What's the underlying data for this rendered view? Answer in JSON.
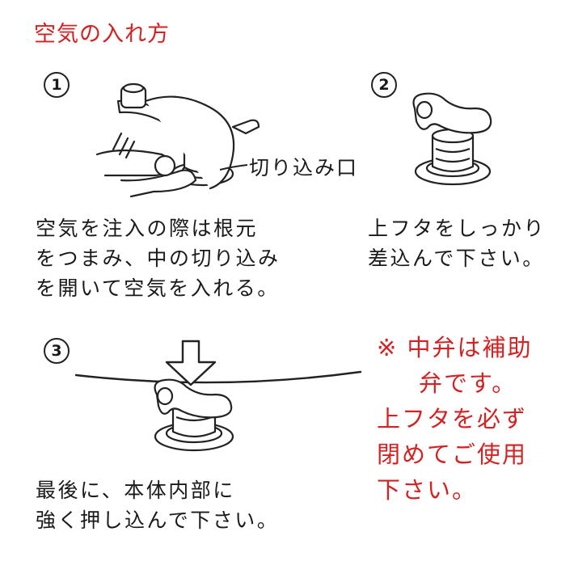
{
  "title": "空気の入れ方",
  "steps": [
    {
      "number": "1",
      "callout": "切り込み口",
      "lines": [
        "空気を注入の際は根元",
        "をつまみ、中の切り込み",
        "を開いて空気を入れる。"
      ]
    },
    {
      "number": "2",
      "lines": [
        "上フタをしっかり",
        "差込んで下さい。"
      ]
    },
    {
      "number": "3",
      "lines": [
        "最後に、本体内部に",
        "強く押し込んで下さい。"
      ]
    }
  ],
  "note": {
    "lines": [
      "※ 中弁は補助",
      "弁です。",
      "上フタを必ず",
      "閉めてご使用",
      "下さい。"
    ],
    "color": "#d42222"
  },
  "colors": {
    "title": "#d42222",
    "text": "#1a1a1a",
    "line": "#222222"
  },
  "icons": [
    "hand-pinching-valve-illustration",
    "capped-valve-illustration",
    "down-arrow-icon",
    "pushed-valve-illustration"
  ]
}
